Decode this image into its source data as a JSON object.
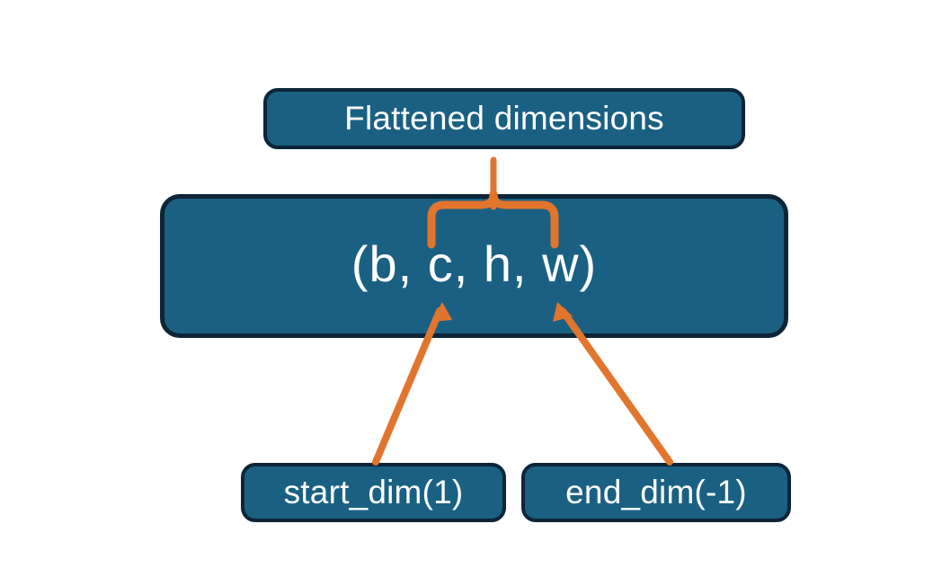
{
  "diagram": {
    "title_box": {
      "label": "Flattened dimensions"
    },
    "tensor_box": {
      "label": "(b, c, h, w)"
    },
    "arg_boxes": [
      {
        "label": "start_dim(1)"
      },
      {
        "label": "end_dim(-1)"
      }
    ],
    "connectors": {
      "brace": {
        "name": "flatten-range-brace",
        "spans_dims": "c, h, w",
        "color": "#e2752e"
      },
      "arrows": [
        {
          "name": "start-dim-arrow",
          "from": "start_dim(1)",
          "to": "c",
          "color": "#e2752e"
        },
        {
          "name": "end-dim-arrow",
          "from": "end_dim(-1)",
          "to": "w",
          "color": "#e2752e"
        }
      ]
    },
    "colors": {
      "box_fill": "#1a6083",
      "box_border": "#0d2537",
      "text": "#ffffff",
      "accent": "#e2752e",
      "background": "#ffffff"
    }
  }
}
